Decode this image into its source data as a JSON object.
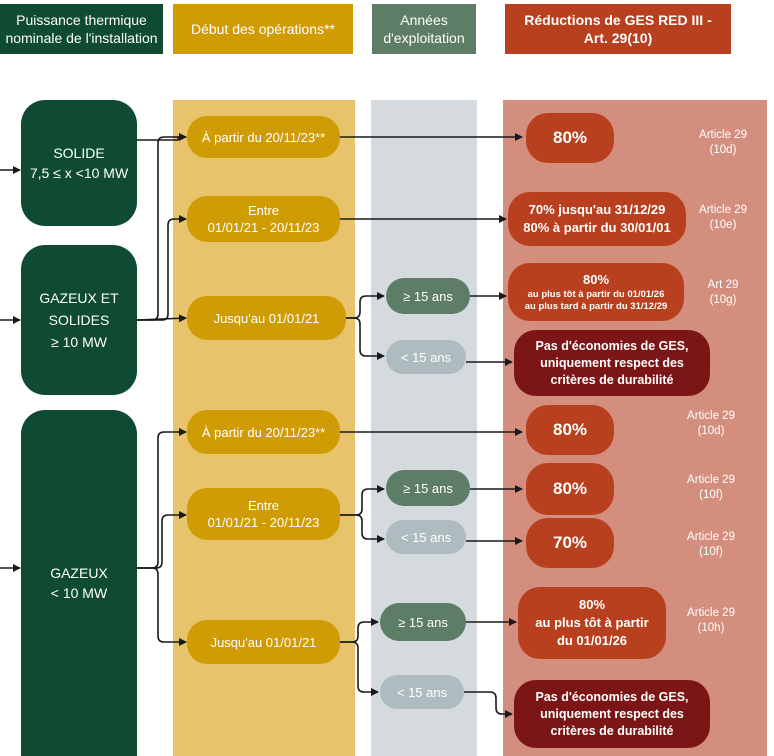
{
  "headers": {
    "col1": "Puissance thermique\nnominale de l'installation",
    "col2": "Début des opérations**",
    "col3": "Années\nd'exploitation",
    "col4": "Réductions de GES RED III -\nArt. 29(10)"
  },
  "sources": {
    "solide": "SOLIDE\n7,5 ≤ x <10 MW",
    "gazeux_solides": "GAZEUX ET\nSOLIDES\n≥ 10 MW",
    "gazeux": "GAZEUX\n< 10 MW"
  },
  "dates": {
    "d1": "À partir du 20/11/23**",
    "d2": "Entre\n01/01/21 - 20/11/23",
    "d3": "Jusqu'au 01/01/21",
    "d4": "À partir du 20/11/23**",
    "d5": "Entre\n01/01/21 - 20/11/23",
    "d6": "Jusqu'au 01/01/21"
  },
  "years": {
    "y1": "≥ 15 ans",
    "y2": "< 15 ans",
    "y3": "≥ 15 ans",
    "y4": "< 15 ans",
    "y5": "≥ 15 ans",
    "y6": "< 15 ans"
  },
  "results": {
    "r1": "80%",
    "r2_line1": "70% jusqu'au 31/12/29",
    "r2_line2": "80% à partir du 30/01/01",
    "r3_main": "80%",
    "r3_sub1": "au plus tôt à partir du 01/01/26",
    "r3_sub2": "au plus tard à partir du 31/12/29",
    "r4": "Pas d'économies de GES,\nuniquement respect des\ncritères de durabilité",
    "r5": "80%",
    "r6": "80%",
    "r7": "70%",
    "r8_main": "80%",
    "r8_sub": "au plus tôt à partir\ndu 01/01/26",
    "r9": "Pas d'économies de GES,\nuniquement respect des\ncritères de durabilité"
  },
  "articles": {
    "a1": "Article 29\n(10d)",
    "a2": "Article 29\n(10e)",
    "a3": "Art 29\n(10g)",
    "a5": "Article 29\n(10d)",
    "a6": "Article 29\n(10f)",
    "a7": "Article 29\n(10f)",
    "a8": "Article 29\n(10h)"
  },
  "colors": {
    "dark_green": "#0f4a32",
    "gold_header": "#d09c05",
    "gold_column": "#e7c46c",
    "sage": "#5e7d66",
    "grey_column": "#d5dade",
    "light_grey_pill": "#aebcbf",
    "salmon_column": "#d38e7e",
    "result_orange": "#b8401f",
    "result_dark_red": "#7c1616",
    "header_red": "#b8401f"
  }
}
